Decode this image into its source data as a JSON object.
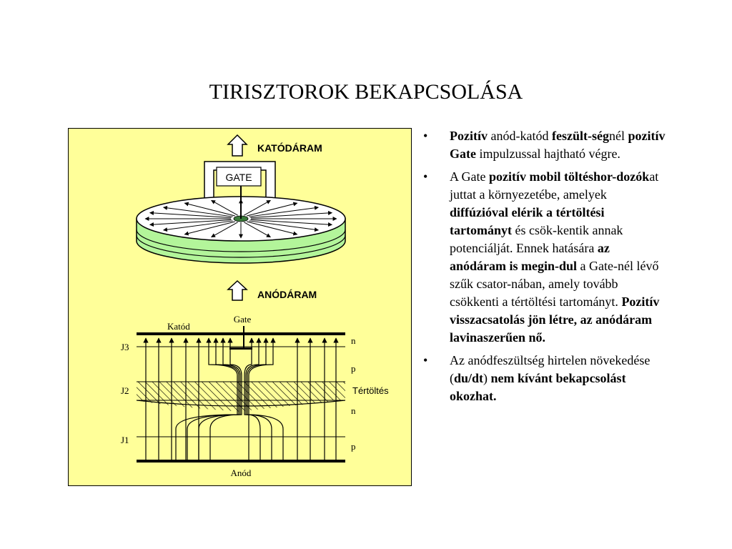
{
  "slide": {
    "title": "TIRISZTOROK BEKAPCSOLÁSA"
  },
  "figure": {
    "top_labels": {
      "cathode_current": "KATÓDÁRAM",
      "gate": "GATE",
      "anode_current": "ANÓDÁRAM"
    },
    "cross_section": {
      "cathode": "Katód",
      "gate": "Gate",
      "anode": "Anód",
      "junctions": [
        "J3",
        "J2",
        "J1"
      ],
      "layers": [
        "n",
        "p",
        "n",
        "p"
      ],
      "space_charge": "Tértöltés"
    },
    "colors": {
      "panel_background": "#ffff99",
      "disc_side": "#b3f59a",
      "disc_top": "#ffffff"
    }
  },
  "bullets": [
    {
      "runs": [
        {
          "t": "Pozitív",
          "b": true
        },
        {
          "t": " anód-katód ",
          "b": false
        },
        {
          "t": "feszült-ség",
          "b": true
        },
        {
          "t": "nél ",
          "b": false
        },
        {
          "t": "pozitív Gate",
          "b": true
        },
        {
          "t": " impulzussal hajtható végre.",
          "b": false
        }
      ]
    },
    {
      "runs": [
        {
          "t": "A Gate ",
          "b": false
        },
        {
          "t": "pozitív mobil töltéshor-dozók",
          "b": true
        },
        {
          "t": "at juttat a környezetébe, amelyek ",
          "b": false
        },
        {
          "t": "diffúzióval elérik a tértöltési tartományt",
          "b": true
        },
        {
          "t": " és csök-kentik annak potenciálját. Ennek hatására ",
          "b": false
        },
        {
          "t": "az anódáram is megin-dul",
          "b": true
        },
        {
          "t": " a Gate-nél lévő szűk csator-nában, amely tovább csökkenti a tértöltési tartományt. ",
          "b": false
        },
        {
          "t": "Pozitív visszacsatolás jön létre, az anódáram lavinaszerűen nő.",
          "b": true
        }
      ]
    },
    {
      "runs": [
        {
          "t": "Az anódfeszültség hirtelen növekedése (",
          "b": false
        },
        {
          "t": "du/dt",
          "b": true
        },
        {
          "t": ") ",
          "b": false
        },
        {
          "t": "nem kívánt bekapcsolást okozhat.",
          "b": true
        }
      ]
    }
  ]
}
